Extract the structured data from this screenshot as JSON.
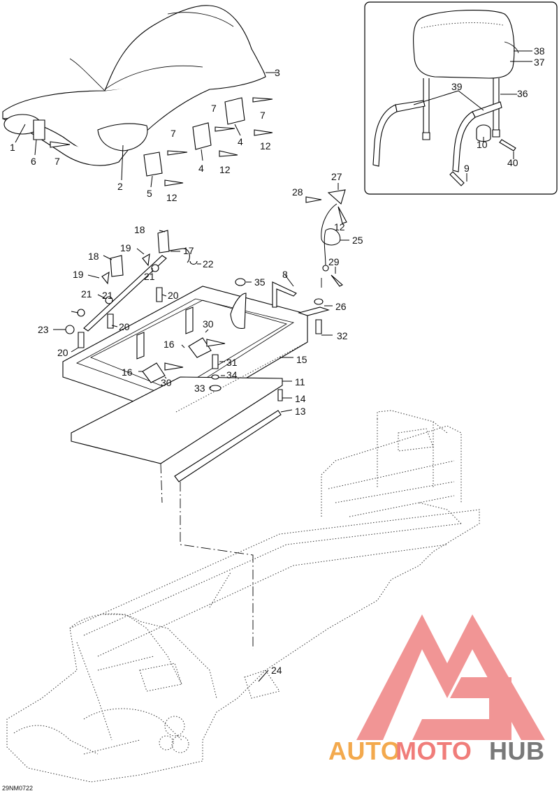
{
  "diagram": {
    "code": "29NM0722",
    "callouts": [
      "1",
      "2",
      "3",
      "4",
      "4",
      "5",
      "6",
      "7",
      "7",
      "7",
      "7",
      "8",
      "9",
      "10",
      "11",
      "12",
      "12",
      "12",
      "12",
      "13",
      "14",
      "15",
      "16",
      "16",
      "17",
      "18",
      "18",
      "19",
      "19",
      "20",
      "20",
      "20",
      "21",
      "21",
      "21",
      "22",
      "23",
      "24",
      "25",
      "26",
      "27",
      "28",
      "29",
      "30",
      "30",
      "31",
      "32",
      "33",
      "34",
      "35",
      "36",
      "37",
      "38",
      "39",
      "40"
    ]
  },
  "watermark": {
    "word1": "AUTO",
    "word2": "MOTO",
    "word3": "HUB",
    "colors": {
      "auto": "#f2a03a",
      "moto": "#ef6f6c",
      "hub": "#6b6b6b",
      "logo": "#f08a8a"
    }
  }
}
